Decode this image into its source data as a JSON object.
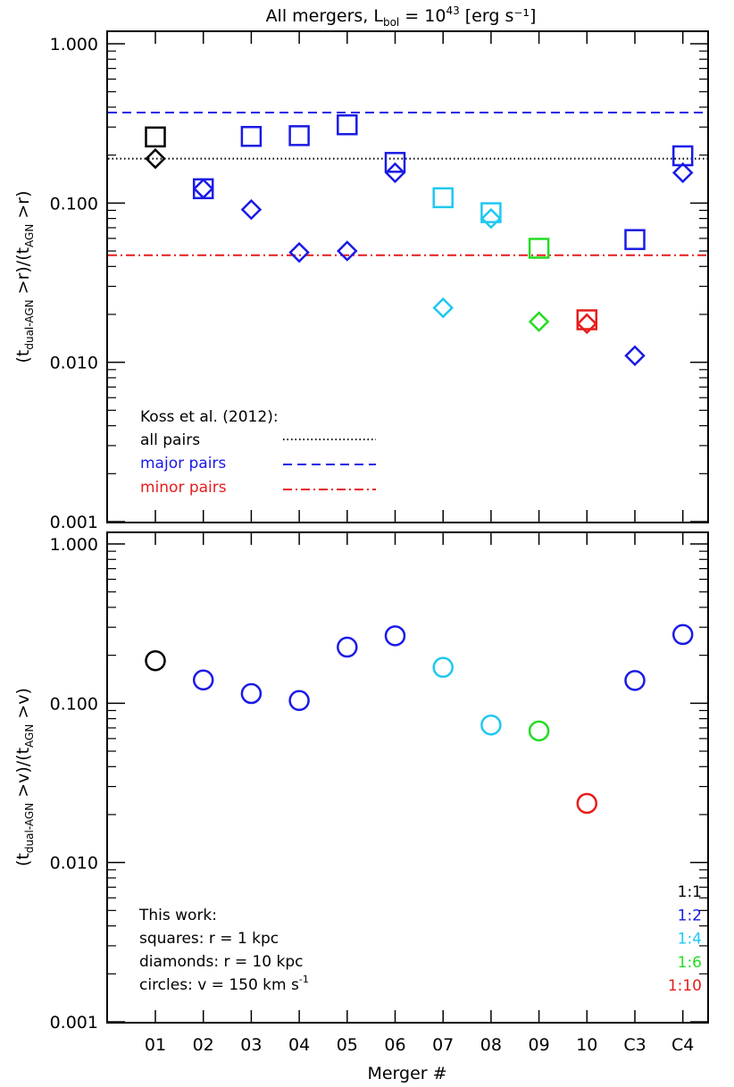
{
  "figure_title": {
    "prefix": "All mergers, L",
    "sub": "bol",
    "mid": " = 10",
    "sup": "43",
    "suffix": " [erg s⁻¹]"
  },
  "x_axis": {
    "label": "Merger #",
    "ticks": [
      "01",
      "02",
      "03",
      "04",
      "05",
      "06",
      "07",
      "08",
      "09",
      "10",
      "C3",
      "C4"
    ]
  },
  "colors": {
    "1:1": "#000000",
    "1:2": "#1a1ae6",
    "1:4": "#1ec8f0",
    "1:6": "#22dd22",
    "1:10": "#e61c1c"
  },
  "chart_data": [
    {
      "type": "scatter",
      "panel": "top",
      "yscale": "log",
      "ylim": [
        0.001,
        1.0
      ],
      "ytick_labels": [
        "0.001",
        "0.010",
        "0.100",
        "1.000"
      ],
      "ylabel": {
        "open": "(t",
        "sub1": "dual-AGN",
        "mid": " >r)/(t",
        "sub2": "AGN",
        "close": " >r)"
      },
      "categories": [
        "01",
        "02",
        "03",
        "04",
        "05",
        "06",
        "07",
        "08",
        "09",
        "10",
        "C3",
        "C4"
      ],
      "ratio": [
        "1:1",
        "1:2",
        "1:2",
        "1:2",
        "1:2",
        "1:2",
        "1:4",
        "1:4",
        "1:6",
        "1:10",
        "1:2",
        "1:2"
      ],
      "series": [
        {
          "name": "squares: r = 1 kpc",
          "marker": "square",
          "values": [
            0.26,
            0.123,
            0.262,
            0.265,
            0.31,
            0.18,
            0.108,
            0.087,
            0.052,
            0.0185,
            0.059,
            0.198
          ]
        },
        {
          "name": "diamonds: r = 10 kpc",
          "marker": "diamond",
          "values": [
            0.19,
            0.123,
            0.091,
            0.049,
            0.05,
            0.155,
            0.022,
            0.08,
            0.018,
            0.0175,
            0.011,
            0.155
          ]
        }
      ],
      "reference_lines": [
        {
          "name": "all pairs",
          "value": 0.19,
          "style": "dotted",
          "color": "#000000"
        },
        {
          "name": "major pairs",
          "value": 0.37,
          "style": "dashed",
          "color": "#1a1ae6"
        },
        {
          "name": "minor pairs",
          "value": 0.047,
          "style": "dashdot",
          "color": "#e61c1c"
        }
      ],
      "legend": {
        "title": "Koss et al. (2012):",
        "placement": "bottom-left"
      }
    },
    {
      "type": "scatter",
      "panel": "bottom",
      "yscale": "log",
      "ylim": [
        0.001,
        1.0
      ],
      "ytick_labels": [
        "0.001",
        "0.010",
        "0.100",
        "1.000"
      ],
      "ylabel": {
        "open": "(t",
        "sub1": "dual-AGN",
        "mid": " >v)/(t",
        "sub2": "AGN",
        "close": " >v)"
      },
      "categories": [
        "01",
        "02",
        "03",
        "04",
        "05",
        "06",
        "07",
        "08",
        "09",
        "10",
        "C3",
        "C4"
      ],
      "ratio": [
        "1:1",
        "1:2",
        "1:2",
        "1:2",
        "1:2",
        "1:2",
        "1:4",
        "1:4",
        "1:6",
        "1:10",
        "1:2",
        "1:2"
      ],
      "series": [
        {
          "name": "circles: v = 150 km s⁻¹",
          "marker": "circle",
          "values": [
            0.185,
            0.14,
            0.115,
            0.104,
            0.225,
            0.265,
            0.168,
            0.073,
            0.067,
            0.0235,
            0.139,
            0.27
          ]
        }
      ],
      "legend": {
        "title": "This work:",
        "entries": [
          "squares: r = 1 kpc",
          "diamonds: r = 10 kpc"
        ],
        "circle_entry": {
          "prefix": "circles: v = 150 km s",
          "sup": "-1"
        },
        "placement": "bottom-left"
      },
      "ratio_legend": {
        "entries": [
          "1:1",
          "1:2",
          "1:4",
          "1:6",
          "1:10"
        ],
        "placement": "bottom-right"
      }
    }
  ]
}
